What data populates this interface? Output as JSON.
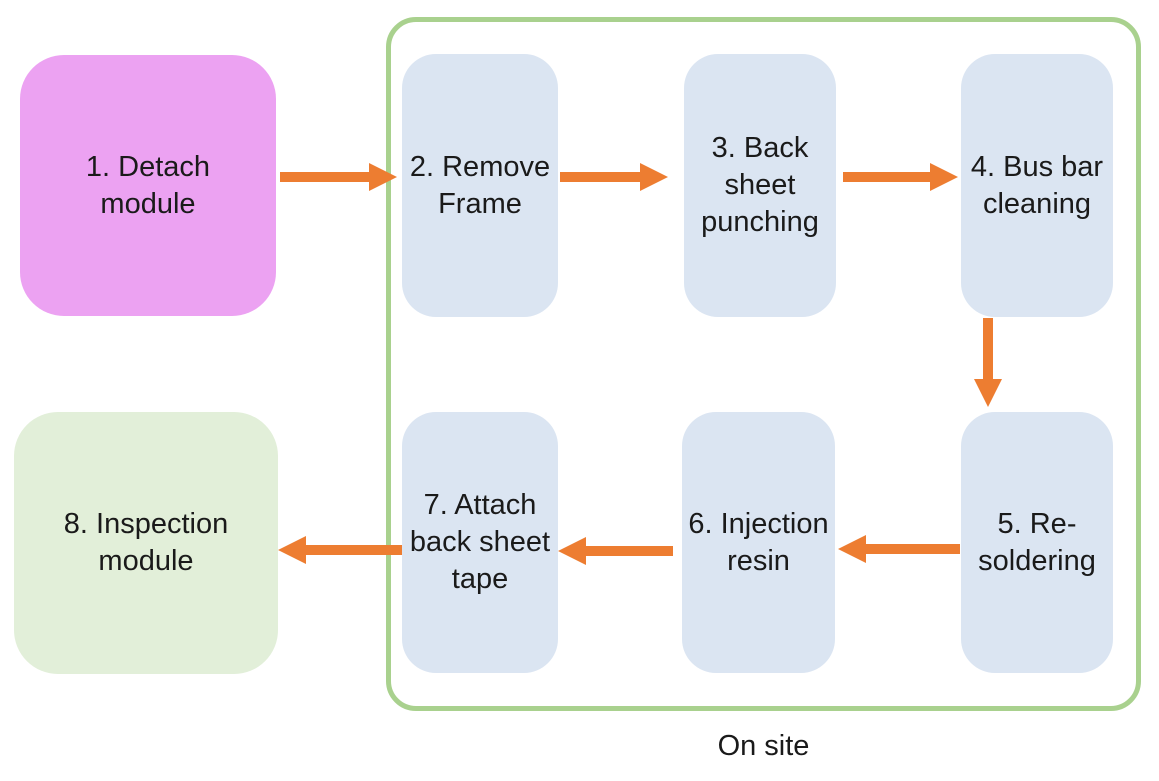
{
  "diagram": {
    "type": "flowchart",
    "caption": "On site",
    "colors": {
      "detach_box": "#ECA2F2",
      "process_box": "#DBE5F2",
      "inspection_box": "#E2EFD9",
      "group_border": "#A9D18E",
      "arrow": "#ED7D31",
      "text": "#1A1A1A"
    },
    "steps": [
      {
        "number": 1,
        "label": "1. Detach\nmodule",
        "in_on_site_group": false
      },
      {
        "number": 2,
        "label": "2. Remove\nFrame",
        "in_on_site_group": true
      },
      {
        "number": 3,
        "label": "3. Back\nsheet\npunching",
        "in_on_site_group": true
      },
      {
        "number": 4,
        "label": "4. Bus bar\ncleaning",
        "in_on_site_group": true
      },
      {
        "number": 5,
        "label": "5. Re-\nsoldering",
        "in_on_site_group": true
      },
      {
        "number": 6,
        "label": "6. Injection\nresin",
        "in_on_site_group": true
      },
      {
        "number": 7,
        "label": "7. Attach\nback sheet\ntape",
        "in_on_site_group": true
      },
      {
        "number": 8,
        "label": "8. Inspection\nmodule",
        "in_on_site_group": false
      }
    ],
    "edges": [
      "1→2",
      "2→3",
      "3→4",
      "4→5",
      "5→6",
      "6→7",
      "7→8"
    ]
  }
}
